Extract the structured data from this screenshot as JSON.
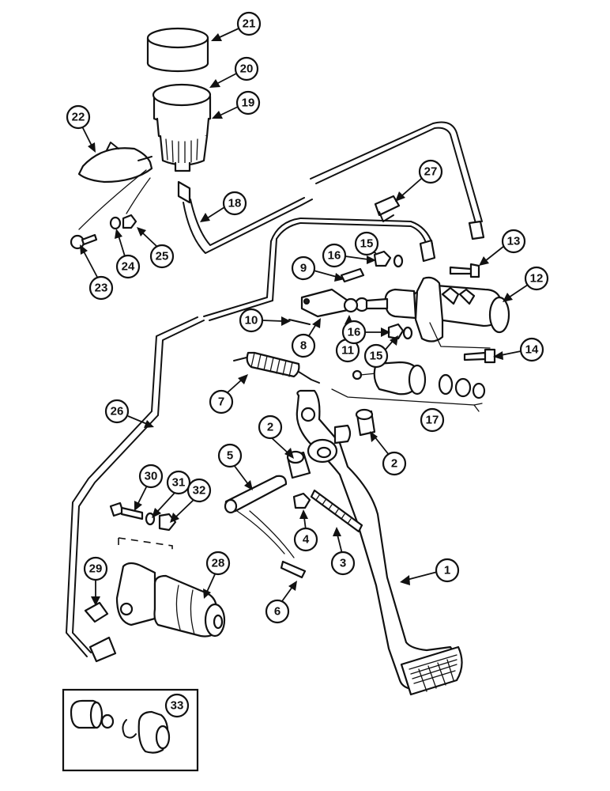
{
  "diagram": {
    "callouts": [
      {
        "id": "1",
        "label": "1"
      },
      {
        "id": "2a",
        "label": "2"
      },
      {
        "id": "2b",
        "label": "2"
      },
      {
        "id": "3",
        "label": "3"
      },
      {
        "id": "4",
        "label": "4"
      },
      {
        "id": "5",
        "label": "5"
      },
      {
        "id": "6",
        "label": "6"
      },
      {
        "id": "7",
        "label": "7"
      },
      {
        "id": "8",
        "label": "8"
      },
      {
        "id": "9",
        "label": "9"
      },
      {
        "id": "10",
        "label": "10"
      },
      {
        "id": "11",
        "label": "11"
      },
      {
        "id": "12",
        "label": "12"
      },
      {
        "id": "13",
        "label": "13"
      },
      {
        "id": "14",
        "label": "14"
      },
      {
        "id": "15a",
        "label": "15"
      },
      {
        "id": "15b",
        "label": "15"
      },
      {
        "id": "16a",
        "label": "16"
      },
      {
        "id": "16b",
        "label": "16"
      },
      {
        "id": "17",
        "label": "17"
      },
      {
        "id": "18",
        "label": "18"
      },
      {
        "id": "19",
        "label": "19"
      },
      {
        "id": "20",
        "label": "20"
      },
      {
        "id": "21",
        "label": "21"
      },
      {
        "id": "22",
        "label": "22"
      },
      {
        "id": "23",
        "label": "23"
      },
      {
        "id": "24",
        "label": "24"
      },
      {
        "id": "25",
        "label": "25"
      },
      {
        "id": "26",
        "label": "26"
      },
      {
        "id": "27",
        "label": "27"
      },
      {
        "id": "28",
        "label": "28"
      },
      {
        "id": "29",
        "label": "29"
      },
      {
        "id": "30",
        "label": "30"
      },
      {
        "id": "31",
        "label": "31"
      },
      {
        "id": "32",
        "label": "32"
      },
      {
        "id": "33",
        "label": "33"
      }
    ]
  }
}
